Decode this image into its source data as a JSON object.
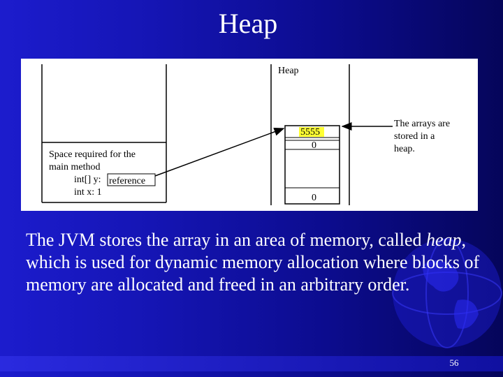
{
  "slide": {
    "title": "Heap",
    "page_number": "56"
  },
  "diagram": {
    "heap_label": "Heap",
    "stack_label_line1": "Space required for the",
    "stack_label_line2": "main method",
    "var_y": "int[] y:",
    "var_y_value": "reference",
    "var_x": "int x: 1",
    "cell_values": [
      "5555",
      "0",
      "0"
    ],
    "note_line1": "The arrays are",
    "note_line2": "stored in a",
    "note_line3": "heap."
  },
  "body": {
    "text_before": "The JVM stores the array in an area of memory, called ",
    "text_em": "heap",
    "text_after": ", which is used for dynamic memory allocation where blocks of memory are allocated and freed in an arbitrary order."
  },
  "colors": {
    "highlight": "#ffff33",
    "background": "#1515b4"
  }
}
